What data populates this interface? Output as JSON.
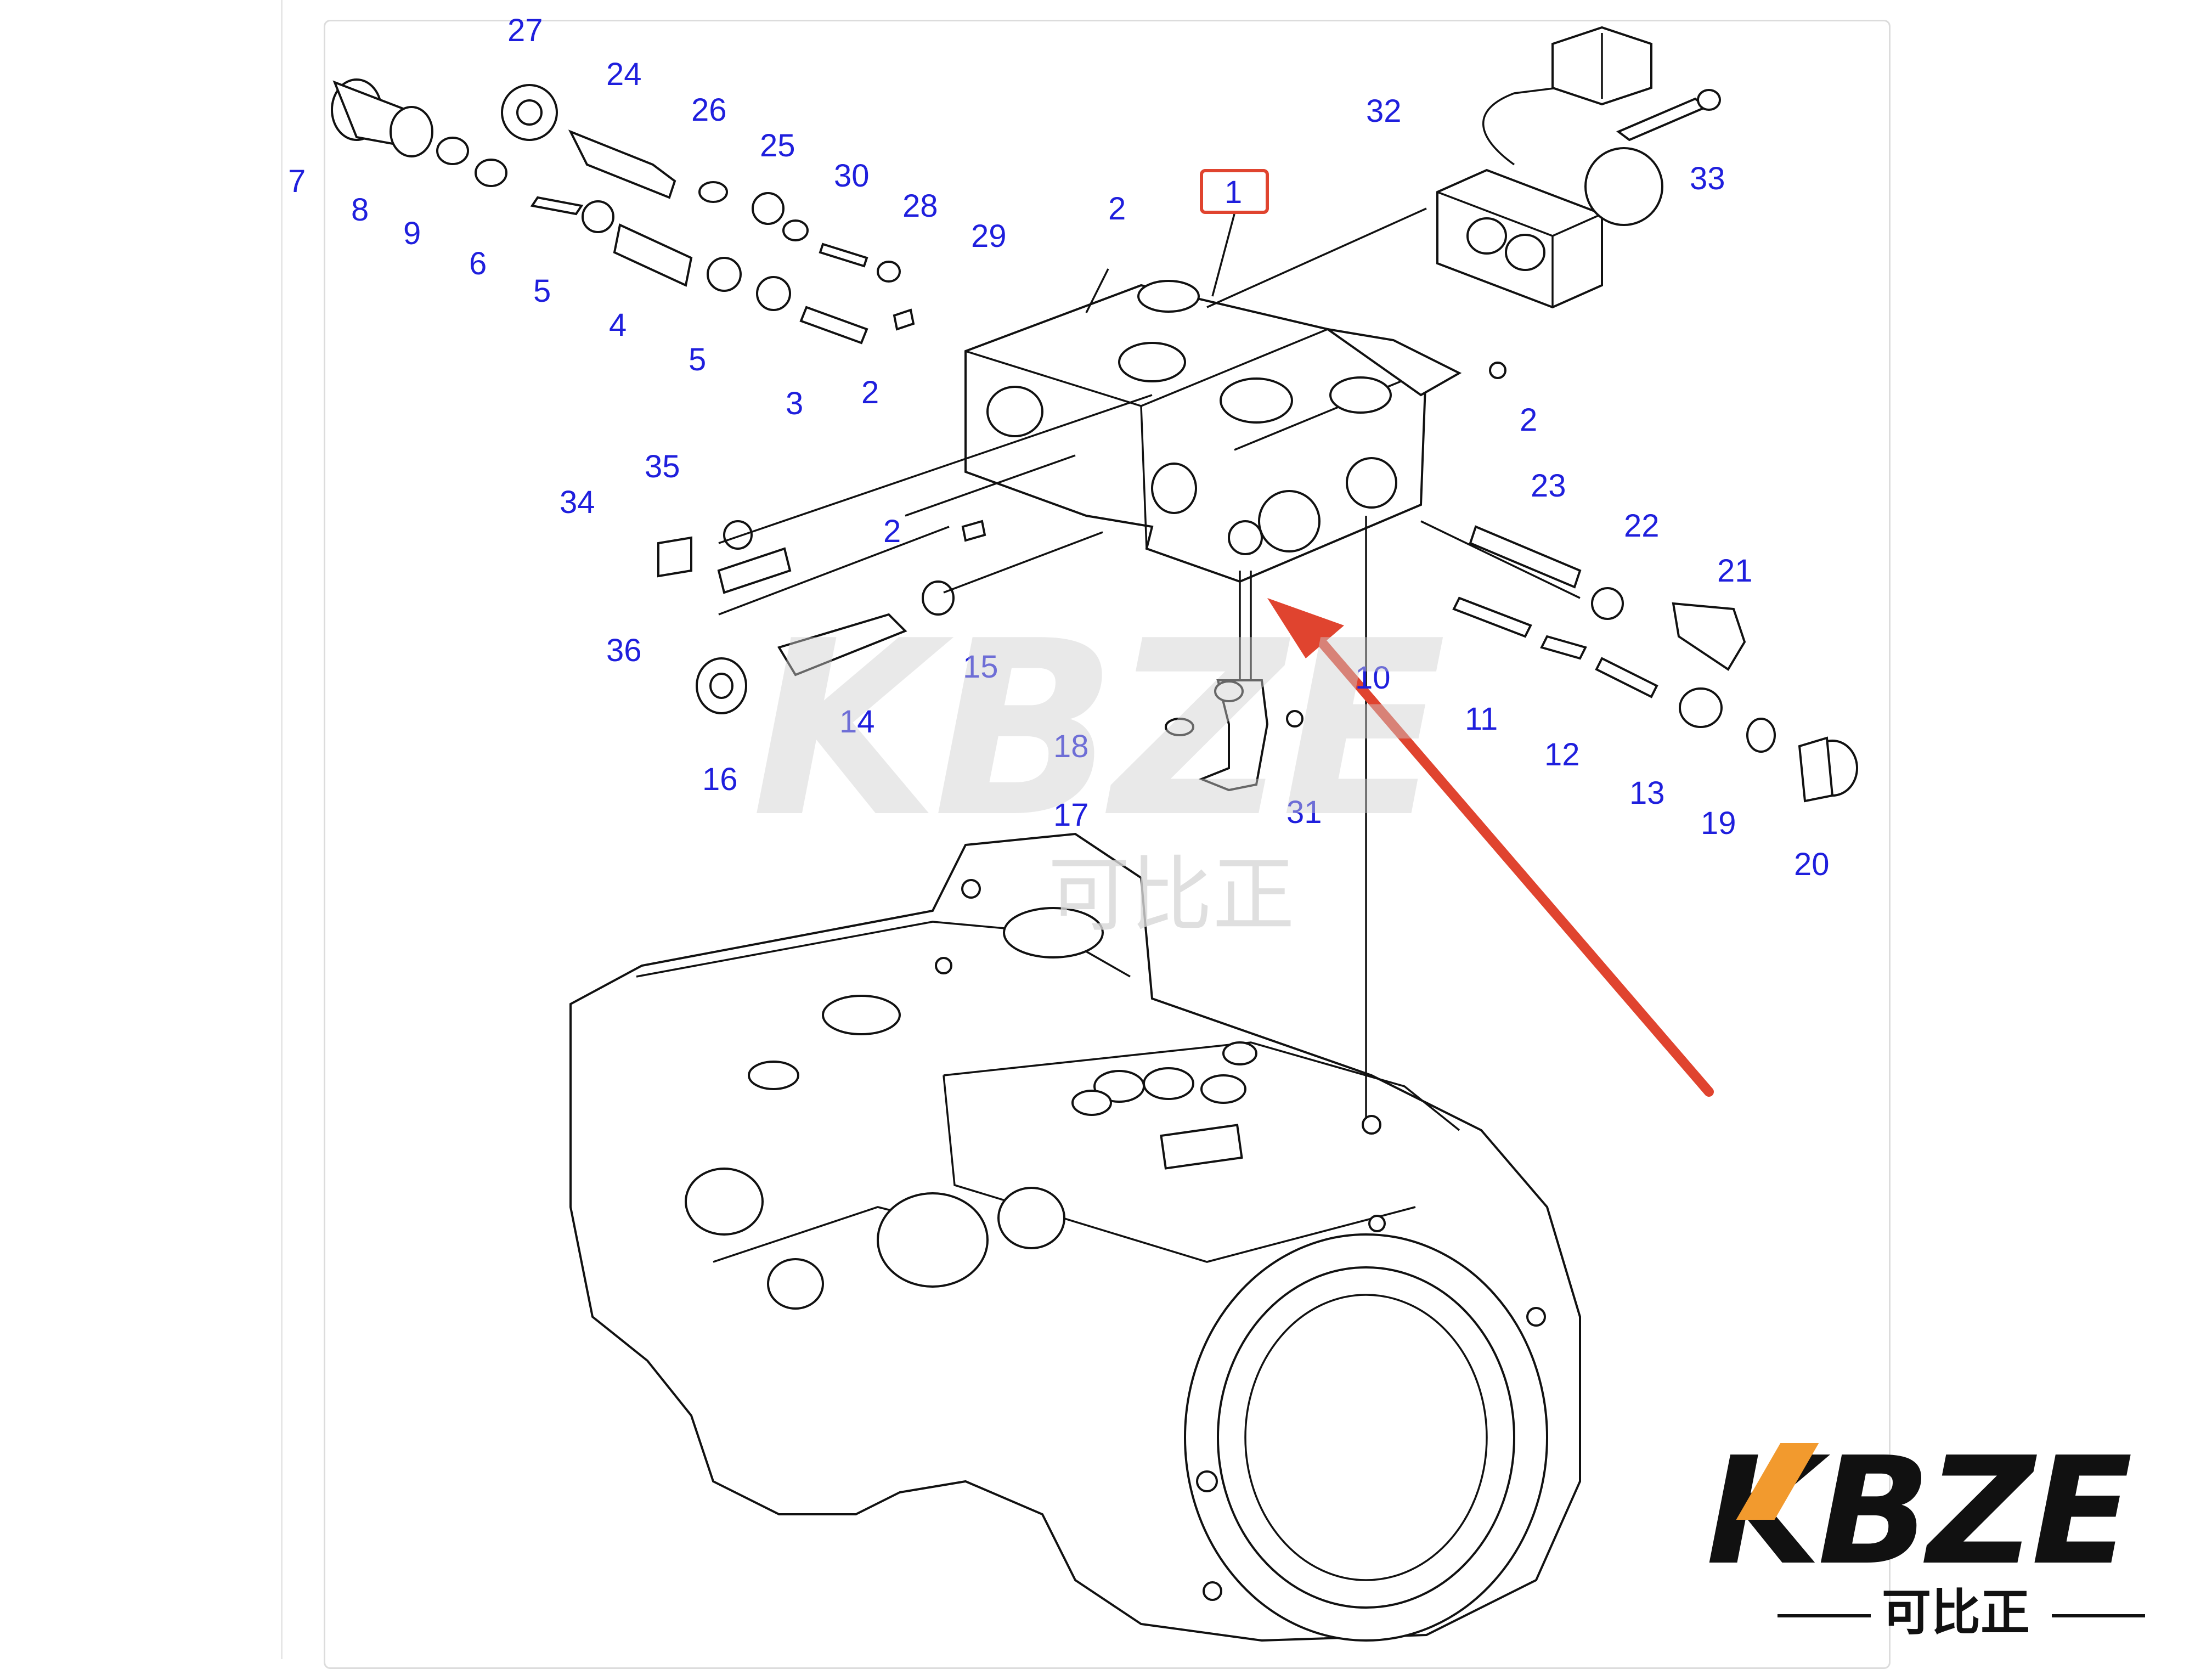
{
  "callout": "1",
  "labels": {
    "l1": "1",
    "l2a": "2",
    "l2b": "2",
    "l2c": "2",
    "l2d": "2",
    "l3": "3",
    "l4": "4",
    "l5a": "5",
    "l5b": "5",
    "l6": "6",
    "l7": "7",
    "l8": "8",
    "l9": "9",
    "l10": "10",
    "l11": "11",
    "l12": "12",
    "l13": "13",
    "l14": "14",
    "l15": "15",
    "l16": "16",
    "l17": "17",
    "l18": "18",
    "l19": "19",
    "l20": "20",
    "l21": "21",
    "l22": "22",
    "l23": "23",
    "l24": "24",
    "l25": "25",
    "l26": "26",
    "l27": "27",
    "l28": "28",
    "l29": "29",
    "l30": "30",
    "l31": "31",
    "l32": "32",
    "l33": "33",
    "l34": "34",
    "l35": "35",
    "l36": "36"
  },
  "watermark": {
    "brand": "KBZE",
    "chinese": "可比正"
  },
  "logo": {
    "brand": "KBZE",
    "chinese": "可比正",
    "accent_color": "#f29a2e"
  },
  "arrow_color": "#e0442f",
  "label_color": "#1f1fdd"
}
